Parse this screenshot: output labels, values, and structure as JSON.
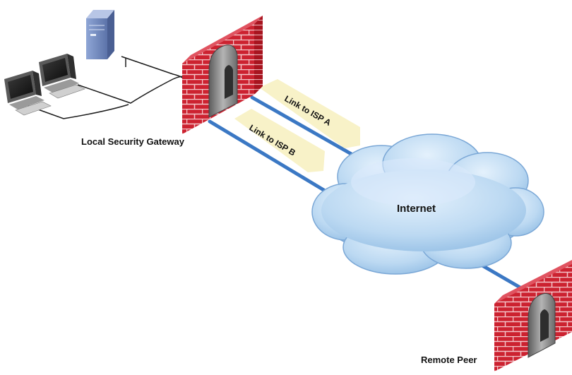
{
  "labels": {
    "local_gateway": "Local Security Gateway",
    "internet": "Internet",
    "remote_peer": "Remote Peer",
    "link_a": "Link to ISP A",
    "link_b": "Link to ISP B"
  },
  "colors": {
    "link_line": "#3b78c4",
    "cable": "#1a1a1a",
    "brick": "#cc2230",
    "mortar": "#f3c4c8",
    "cloud_fill": "#bcd9f2",
    "link_tag_fill": "#f8f2c8"
  },
  "icons": [
    "server-icon",
    "workstation-icon",
    "firewall-icon",
    "cloud-icon"
  ]
}
